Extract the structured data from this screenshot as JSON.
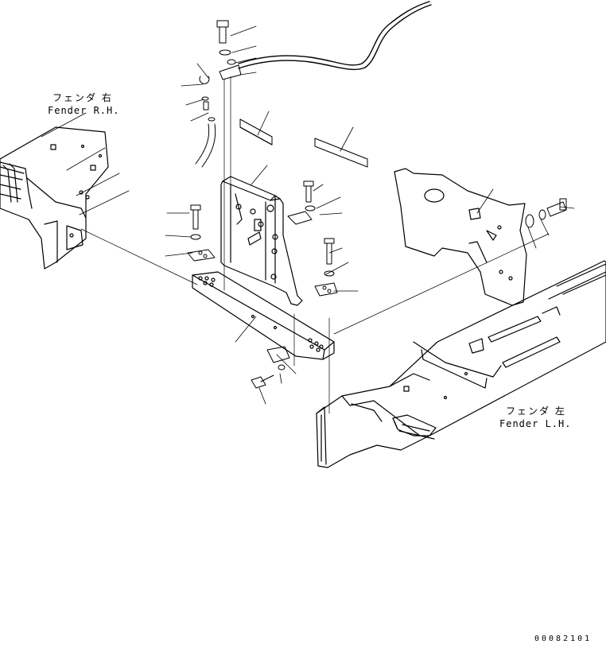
{
  "labels": {
    "fender_rh_jp": "フェンダ 右",
    "fender_rh_en": "Fender R.H.",
    "fender_lh_jp": "フェンダ 左",
    "fender_lh_en": "Fender L.H."
  },
  "drawing_number": "00082101"
}
